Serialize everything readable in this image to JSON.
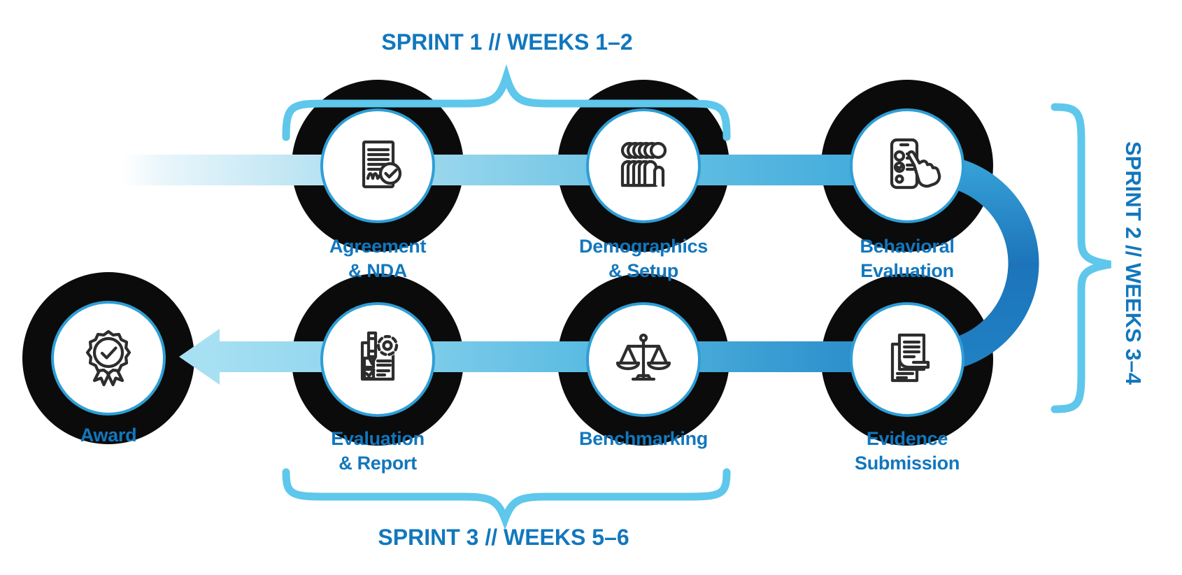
{
  "title": "Engagement sprint timeline diagram",
  "sprints": {
    "sprint1": "SPRINT 1 // WEEKS 1–2",
    "sprint2": "SPRINT 2 // WEEKS 3–4",
    "sprint3": "SPRINT 3 // WEEKS 5–6"
  },
  "steps": [
    {
      "id": "agreement",
      "line1": "Agreement",
      "line2": "& NDA",
      "icon": "signed-document-check-icon"
    },
    {
      "id": "demographics",
      "line1": "Demographics",
      "line2": "& Setup",
      "icon": "audience-rows-icon"
    },
    {
      "id": "behavioral",
      "line1": "Behavioral",
      "line2": "Evaluation",
      "icon": "phone-checklist-tap-icon"
    },
    {
      "id": "evidence",
      "line1": "Evidence",
      "line2": "Submission",
      "icon": "stacked-documents-icon"
    },
    {
      "id": "benchmarking",
      "line1": "Benchmarking",
      "line2": "",
      "icon": "balance-scale-icon"
    },
    {
      "id": "evaluation_report",
      "line1": "Evaluation",
      "line2": "& Report",
      "icon": "report-pencil-gear-icon"
    },
    {
      "id": "award",
      "line1": "Award",
      "line2": "",
      "icon": "award-rosette-icon"
    }
  ],
  "colors": {
    "label_blue": "#1277bd",
    "brace_blue": "#5ec7eb",
    "disc_black": "#0b0b0b",
    "circle_ring_blue": "#2e9ed6",
    "band_light_blue": "#a5dff3",
    "band_mid_blue": "#38a5da",
    "band_dark_blue": "#1b73b9"
  }
}
